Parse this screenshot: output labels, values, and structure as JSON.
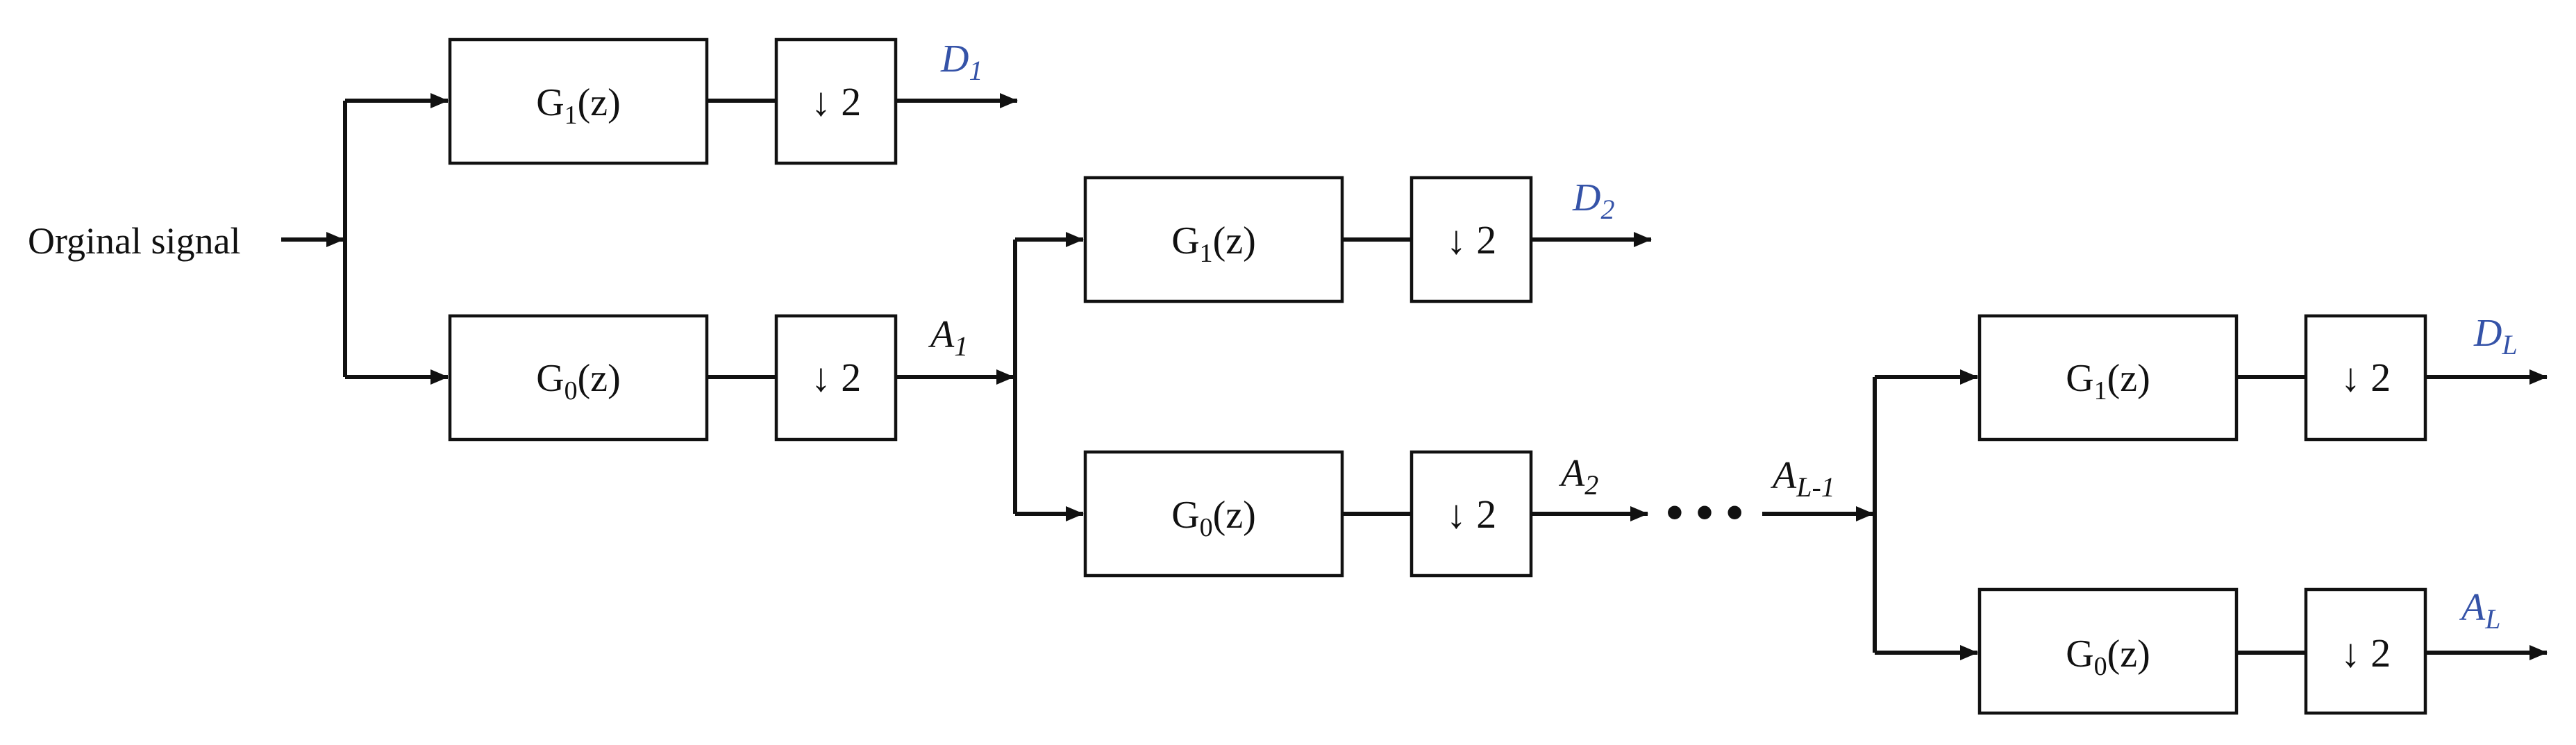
{
  "diagram": {
    "input_label": "Orginal signal",
    "highpass": {
      "base": "G",
      "sub": "1",
      "suffix": "(z)"
    },
    "lowpass": {
      "base": "G",
      "sub": "0",
      "suffix": "(z)"
    },
    "downsample": "↓ 2",
    "continuation": "• • •",
    "detail_color": "#3553a8",
    "approx_color": "#111111",
    "outputs": {
      "d1": {
        "base": "D",
        "sub": "1"
      },
      "d2": {
        "base": "D",
        "sub": "2"
      },
      "dL": {
        "base": "D",
        "sub": "L"
      },
      "a1": {
        "base": "A",
        "sub": "1"
      },
      "a2": {
        "base": "A",
        "sub": "2"
      },
      "aL1": {
        "base": "A",
        "sub": "L-1"
      },
      "aL": {
        "base": "A",
        "sub": "L"
      }
    }
  }
}
